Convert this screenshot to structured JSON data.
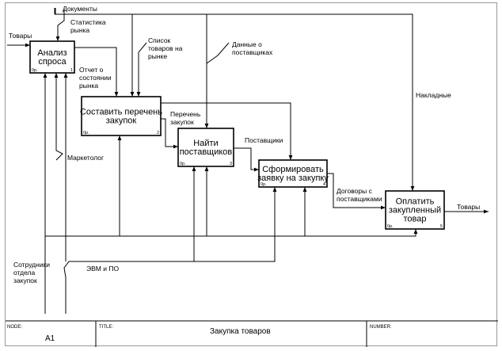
{
  "boxes": [
    {
      "id": "b1",
      "title": [
        "Анализ",
        "спроса"
      ],
      "cost": "0р.",
      "num": "1"
    },
    {
      "id": "b2",
      "title": [
        "Составить перечень",
        "закупок"
      ],
      "cost": "0р.",
      "num": "2"
    },
    {
      "id": "b3",
      "title": [
        "Найти",
        "поставщиков"
      ],
      "cost": "0р.",
      "num": "3"
    },
    {
      "id": "b4",
      "title": [
        "Сформировать",
        "заявку на закупку"
      ],
      "cost": "0р.",
      "num": "4"
    },
    {
      "id": "b5",
      "title": [
        "Оплатить",
        "закупленный",
        "товар"
      ],
      "cost": "0р.",
      "num": "5"
    }
  ],
  "labels": {
    "documents": [
      "Документы"
    ],
    "market_stats": [
      "Статистика",
      "рынка"
    ],
    "goods_in": [
      "Товары"
    ],
    "goods_list": [
      "Список",
      "товаров на",
      "рынке"
    ],
    "supplier_data": [
      "Данные о",
      "поставщиках"
    ],
    "demand_report": [
      "Отчет о",
      "состоянии",
      "рынка"
    ],
    "invoices": [
      "Накладные"
    ],
    "purchase_list": [
      "Перечень",
      "закупок"
    ],
    "suppliers": [
      "Поставщики"
    ],
    "marketer": [
      "Маркетолог"
    ],
    "contracts": [
      "Договоры с",
      "поставщиками"
    ],
    "goods_out": [
      "Товары"
    ],
    "staff": [
      "Сотрудники",
      "отдела",
      "закупок"
    ],
    "computer": [
      "ЭВМ и ПО"
    ]
  },
  "footer": {
    "node_caption": "NODE:",
    "node_value": "A1",
    "title_caption": "TITLE:",
    "title_value": "Закупка товаров",
    "number_caption": "NUMBER:"
  }
}
